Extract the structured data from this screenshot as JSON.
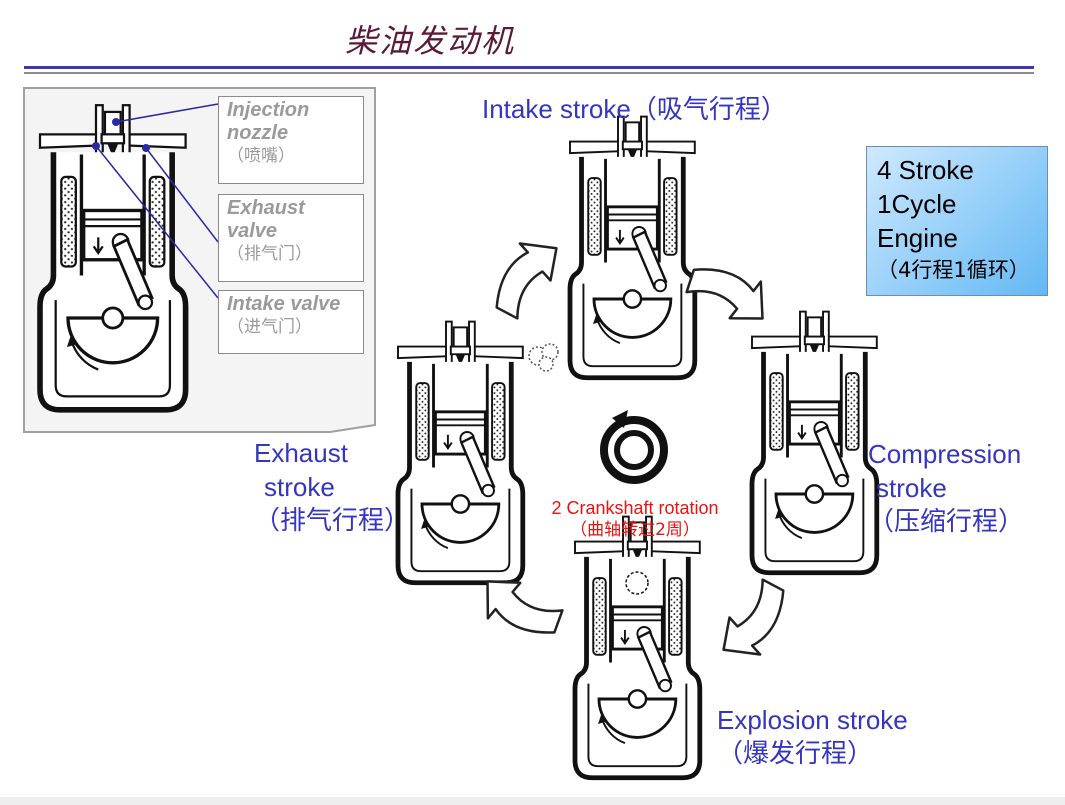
{
  "title": "柴油发动机",
  "labels": {
    "injection": {
      "en": "Injection nozzle",
      "cn": "（喷嘴）"
    },
    "exhaust_valve": {
      "en": "Exhaust valve",
      "cn": "（排气门）"
    },
    "intake_valve": {
      "en": "Intake valve",
      "cn": "（进气门）"
    }
  },
  "strokes": {
    "intake": {
      "en": "Intake stroke",
      "cn": "（吸气行程）"
    },
    "compression": {
      "en1": "Compression",
      "en2": "stroke",
      "cn": "（压缩行程）"
    },
    "explosion": {
      "en": "Explosion stroke",
      "cn": "（爆发行程）"
    },
    "exhaust": {
      "en1": "Exhaust",
      "en2": "stroke",
      "cn": "（排气行程）"
    }
  },
  "info": {
    "line1": "4 Stroke",
    "line2": "1Cycle",
    "line3": "Engine",
    "cn": "（4行程1循环）"
  },
  "crank": {
    "en": "2 Crankshaft rotation",
    "cn": "（曲轴转过2周）"
  },
  "colors": {
    "title": "#5a1a3a",
    "accent": "#3535c0",
    "highlight": "#ee1111",
    "infobox": "#63b8f3",
    "leader": "#2a2aa8"
  }
}
